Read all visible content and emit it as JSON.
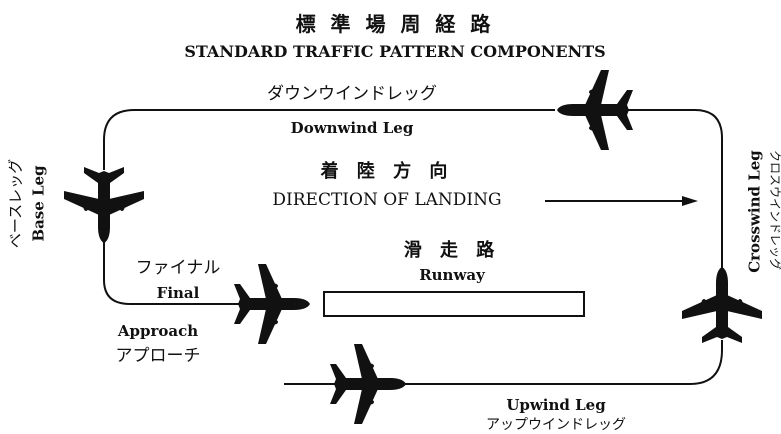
{
  "title_jp": "標 準 場 周 経 路",
  "title_en": "STANDARD TRAFFIC PATTERN COMPONENTS",
  "downwind": {
    "jp": "ダウンウインドレッグ",
    "en": "Downwind Leg"
  },
  "direction": {
    "jp": "着 陸 方 向",
    "en": "DIRECTION OF LANDING"
  },
  "runway": {
    "jp": "滑 走 路",
    "en": "Runway"
  },
  "base": {
    "jp": "ベースレッグ",
    "en": "Base Leg"
  },
  "final": {
    "jp": "ファイナル",
    "en": "Final"
  },
  "approach": {
    "en": "Approach",
    "jp": "アプローチ"
  },
  "crosswind": {
    "en": "Crosswind Leg",
    "jp": "クロスウインドレッグ"
  },
  "upwind": {
    "en": "Upwind Leg",
    "jp": "アップウインドレッグ"
  }
}
